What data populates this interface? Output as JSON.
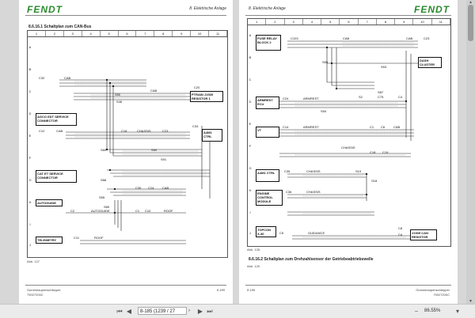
{
  "left_page": {
    "brand": "FENDT",
    "header_right": "8. Elektrische Anlage",
    "section_title": "8.6.16.1 Schaltplan zum CAN-Bus",
    "col_numbers": [
      "1",
      "2",
      "3",
      "4",
      "5",
      "6",
      "7",
      "8",
      "9",
      "10",
      "11"
    ],
    "row_letters": [
      "A",
      "B",
      "C",
      "D",
      "E",
      "F",
      "G",
      "H",
      "I",
      "J"
    ],
    "boxes": [
      {
        "name": "agco-edt-connector",
        "label": "AGCO EDT SERVICE CONNECTOR"
      },
      {
        "name": "ptrain-resistor",
        "label": "PTRAIN J1939 RESISTOR 1"
      },
      {
        "name": "a4m1-ctrl",
        "label": "A4M1 CTRL"
      },
      {
        "name": "cat-et-connector",
        "label": "CAT ET SERVICE CONNECTOR"
      },
      {
        "name": "autoguide",
        "label": "AUTOGUIDE"
      },
      {
        "name": "telemetry",
        "label": "TELEMETRY"
      }
    ],
    "labels": {
      "c32": "C32",
      "cab1": "CAB",
      "c20": "C20",
      "cab2": "CAB",
      "s50": "S50",
      "s46": "S46",
      "c34": "C34",
      "c12": "C12",
      "cab3": "CAB",
      "c18": "C18",
      "chassis1": "CHASSIS",
      "c23": "C23",
      "s60": "S60",
      "s90": "S90",
      "s91": "S91",
      "s88": "S88",
      "c30": "C30",
      "c24": "C24",
      "cab4": "CAB",
      "s55": "S55",
      "s89": "S89",
      "c2": "C2",
      "autoguide_w": "AUTOGUIDE",
      "c1": "C1",
      "c10": "C10",
      "roof1": "ROOF",
      "c11": "C11",
      "roof2": "ROOF"
    },
    "fig": "Abb. 127",
    "footer_left": "Gummiraupenschlepper",
    "footer_code": "79027200C",
    "page_number": "8-185"
  },
  "right_page": {
    "brand": "FENDT",
    "header_left": "8. Elektrische Anlage",
    "col_numbers": [
      "1",
      "2",
      "3",
      "4",
      "5",
      "6",
      "7",
      "8",
      "9",
      "10",
      "11"
    ],
    "row_letters": [
      "A",
      "B",
      "C",
      "D",
      "E",
      "F",
      "G",
      "H",
      "I",
      "J"
    ],
    "boxes": [
      {
        "name": "fuse-relay-block",
        "label": "FUSE RELAY BLOCK 2"
      },
      {
        "name": "dash-cluster",
        "label": "DASH CLUSTER"
      },
      {
        "name": "armrest-ecu",
        "label": "ARMREST ECU"
      },
      {
        "name": "vt",
        "label": "VT"
      },
      {
        "name": "a4m1-ctrl-r",
        "label": "A4M1 CTRL"
      },
      {
        "name": "engine-control",
        "label": "ENGINE CONTROL MODULE"
      },
      {
        "name": "topcon",
        "label": "TOPCON X-30"
      },
      {
        "name": "j1939-resistor",
        "label": "J1939 CAN RESISTOR"
      }
    ],
    "labels": {
      "c103": "C103",
      "cab1": "CAB",
      "cab2": "CAB",
      "c23": "C23",
      "s55": "S55",
      "s53": "S53",
      "s87": "S87",
      "c24": "C24",
      "armrest1": "ARMREST",
      "s2": "S2",
      "c75": "C75",
      "c4": "C4",
      "s54": "S54",
      "c14": "C14",
      "armrest2": "ARMREST",
      "c1": "C1",
      "c6": "C6",
      "cab3": "CAB",
      "chassis1": "CHASSIS",
      "c18": "C18",
      "c19": "C19",
      "c35": "C35",
      "chassis2": "CHASSIS",
      "s19": "S19",
      "s18": "S18",
      "c36": "C36",
      "chassis3": "CHASSIS",
      "c5": "C5",
      "guidance": "GUIDANCE",
      "c8": "C8",
      "c_r1": "C4"
    },
    "fig": "Abb. 128",
    "section_title": "8.6.16.2 Schaltplan zum Drehzahlsensor der Getriebeabtriebswelle",
    "fig2": "Abb. 129",
    "footer_left": "8-186",
    "footer_right": "Gummiraupenschlepper",
    "footer_code": "79027200C"
  },
  "toolbar": {
    "page_field": "8-185 (1239 / 27",
    "page_suffix": "›",
    "zoom": "86.55%",
    "icons": [
      "first-page-icon",
      "prev-page-icon",
      "next-page-icon",
      "last-page-icon"
    ]
  }
}
